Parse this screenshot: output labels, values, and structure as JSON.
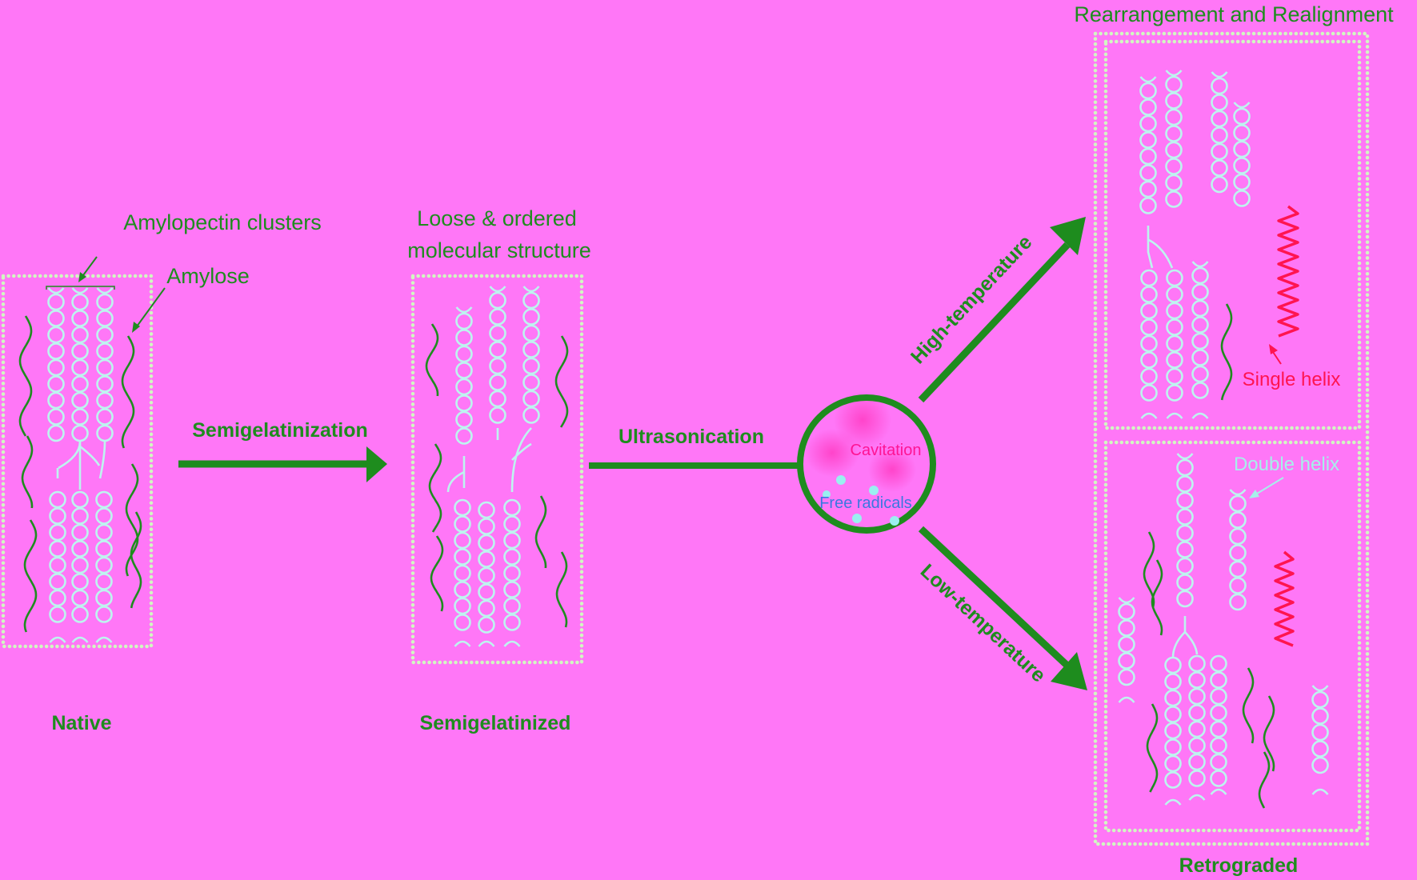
{
  "colors": {
    "background": "#ff77f7",
    "green": "#1e8c1e",
    "helix": "#bdf5ef",
    "box_dots": "#d2f7c2",
    "single_helix": "#ff1450",
    "double_helix_label": "#a6f0ea",
    "cavitation": "#ff1493",
    "free_radicals": "#3a78e0",
    "radical_dot": "#9af0f0"
  },
  "labels": {
    "amylopectin_clusters": "Amylopectin clusters",
    "amylose": "Amylose",
    "loose_ordered_1": "Loose & ordered",
    "loose_ordered_2": "molecular structure",
    "semigelatinization": "Semigelatinization",
    "ultrasonication": "Ultrasonication",
    "cavitation": "Cavitation",
    "free_radicals": "Free radicals",
    "high_temperature": "High-temperature",
    "low_temperature": "Low-temperature",
    "rearrangement": "Rearrangement and Realignment",
    "single_helix": "Single helix",
    "double_helix": "Double helix",
    "native": "Native",
    "semigelatinized": "Semigelatinized",
    "retrograded": "Retrograded"
  }
}
